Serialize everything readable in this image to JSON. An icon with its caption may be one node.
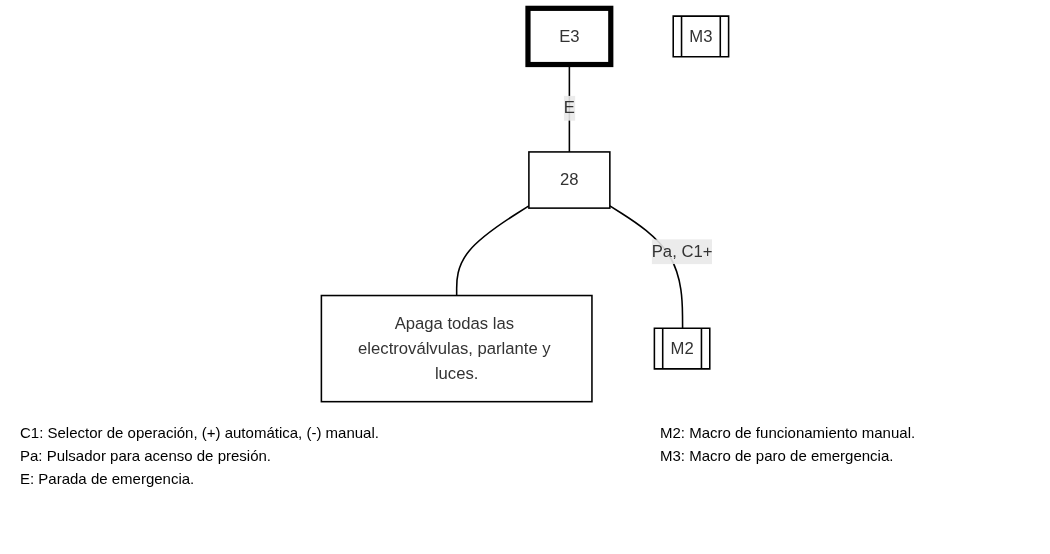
{
  "diagram": {
    "nodes": [
      {
        "text": [
          "E3"
        ]
      },
      {
        "text": [
          "M3"
        ]
      },
      {
        "text": [
          "28"
        ]
      },
      {
        "text": [
          "Apaga todas las electroválvulas, parlante y luces."
        ]
      },
      {
        "text": [
          "M2"
        ]
      }
    ],
    "edges": [
      {
        "from": 0,
        "to": 2,
        "arrow": "none",
        "label": "E"
      },
      {
        "from": 2,
        "to": 3,
        "arrow": "none"
      },
      {
        "from": 2,
        "to": 4,
        "arrow": "none",
        "label": "Pa, C1+"
      }
    ],
    "labels": [
      "C1: Selector de operación, (+) automática, (-) manual.",
      "M2: Macro de funcionamiento manual.",
      "Pa: Pulsador para acenso de presión.",
      "M3: Macro de paro de emergencia.",
      "E: Parada de emergencia."
    ]
  }
}
